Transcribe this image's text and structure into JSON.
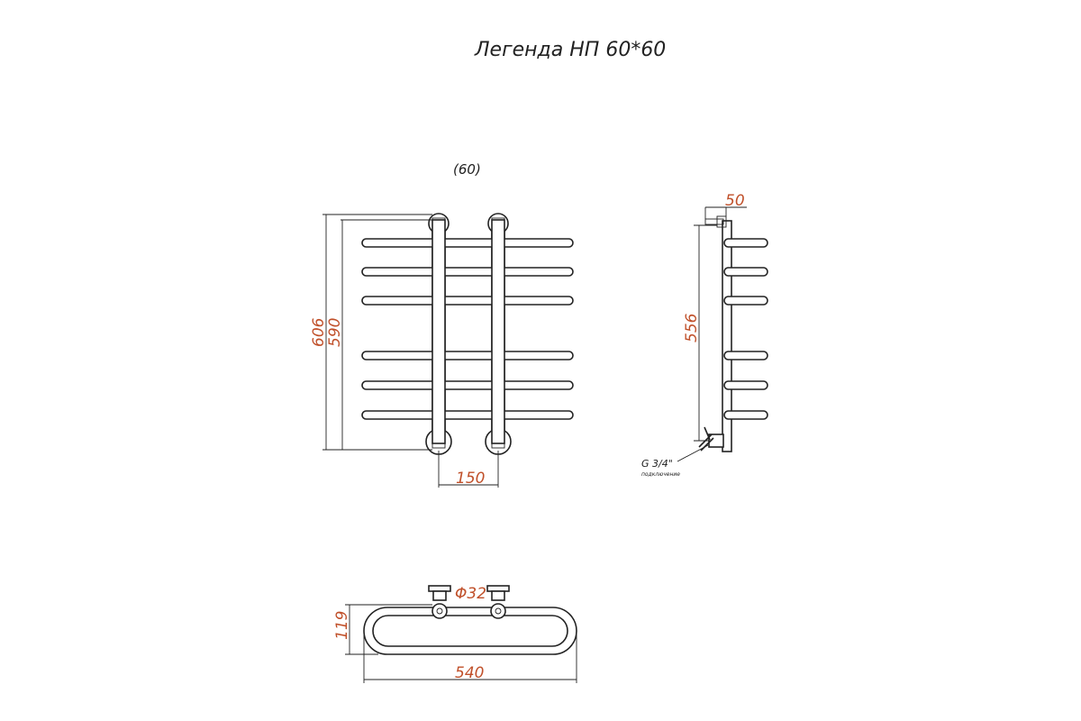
{
  "title": "Легенда НП 60*60",
  "model_note": "(60)",
  "dimension_color": "#c0502a",
  "dimensions": {
    "overall_height": "606",
    "axis_height": "590",
    "center_distance": "150",
    "side_depth": "50",
    "side_height": "556",
    "bottom_depth": "119",
    "bottom_width": "540",
    "pipe_diameter": "Φ32"
  },
  "connection": {
    "thread": "G 3/4\"",
    "caption": "подключение"
  },
  "rungs_count": 6
}
